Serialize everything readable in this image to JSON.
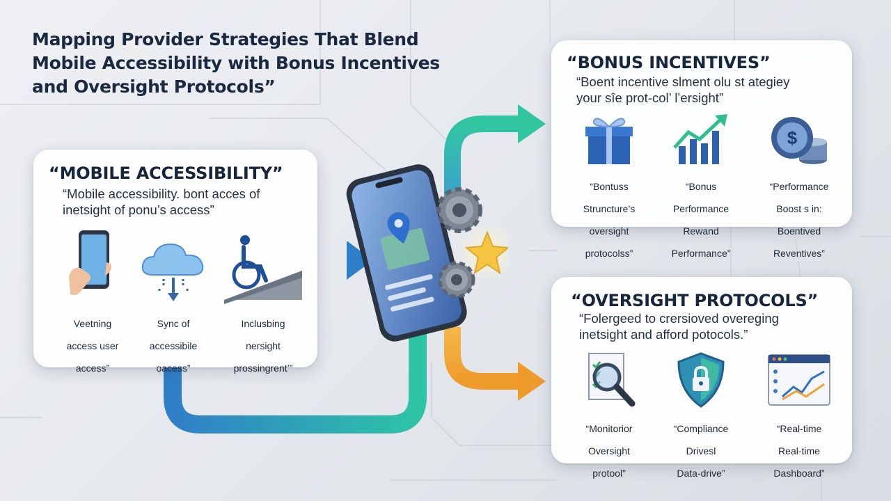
{
  "title": {
    "line1": "Mapping Provider Strategies That Blend",
    "line2": "Mobile Accessibility with Bonus Incentives",
    "line3": "and Oversight Protocols”"
  },
  "mobile": {
    "title": "“MOBILE ACCESSIBILITY”",
    "desc1": "“Mobile accessibility. bont acces of",
    "desc2": "inetsight of ponu’s access”",
    "items": [
      {
        "icon": "smartphone-hand-icon",
        "line1": "Veetning",
        "line2": "access user",
        "line3": "access”"
      },
      {
        "icon": "cloud-sync-icon",
        "line1": "Sync of",
        "line2": "accessibile",
        "line3": "oacess”"
      },
      {
        "icon": "wheelchair-ramp-icon",
        "line1": "Inclusbing",
        "line2": "nersight",
        "line3": "prossingrent’”"
      }
    ]
  },
  "bonus": {
    "title": "“BONUS INCENTIVES”",
    "desc1": "“Boent incentive slment olu st ategiey",
    "desc2": "your sîe prot-col’ lʼersight”",
    "items": [
      {
        "icon": "gift-box-icon",
        "line1": "“Bontuss",
        "line2": "Struncture’s",
        "line3": "oversight",
        "line4": "protocolss”"
      },
      {
        "icon": "growth-chart-icon",
        "line1": "“Bonus",
        "line2": "Performance",
        "line3": "Rewand",
        "line4": "Performance”"
      },
      {
        "icon": "coin-stack-icon",
        "line1": "“Performance",
        "line2": "Boost s in:",
        "line3": "Boentived",
        "line4": "Reventives”"
      }
    ]
  },
  "oversight": {
    "title": "“OVERSIGHT PROTOCOLS”",
    "desc1": "“Folergeed to crersioved overeging",
    "desc2": "inetsight and afford potocols.”",
    "items": [
      {
        "icon": "magnifier-checklist-icon",
        "line1": "“Monitorior",
        "line2": "Oversight",
        "line3": "protool”"
      },
      {
        "icon": "shield-lock-icon",
        "line1": "“Compliance",
        "line2": "Drivesl",
        "line3": "Data-drive”"
      },
      {
        "icon": "dashboard-icon",
        "line1": "“Real-time",
        "line2": "Real-time",
        "line3": "Dashboard”"
      }
    ]
  },
  "colors": {
    "title": "#1a2840",
    "arrow_blue": "#2f7fc8",
    "arrow_teal": "#2ec4a6",
    "arrow_orange": "#f1a332",
    "accent_star": "#f5c542"
  }
}
